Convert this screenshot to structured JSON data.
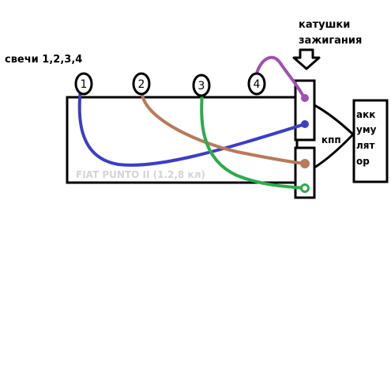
{
  "labels": {
    "spark_plugs": "свечи 1,2,3,4",
    "coils_line1": "катушки",
    "coils_line2": "зажигания",
    "engine": "FIAT PUNTO II (1.2,8 кл)",
    "gearbox": "кпп",
    "battery_line1": "акк",
    "battery_line2": "уму",
    "battery_line3": "лят",
    "battery_line4": "ор"
  },
  "plugs": [
    "1",
    "2",
    "3",
    "4"
  ],
  "wires": [
    {
      "plug": "1",
      "color": "#3d3dc8"
    },
    {
      "plug": "2",
      "color": "#b87a5a"
    },
    {
      "plug": "3",
      "color": "#2eaa4e"
    },
    {
      "plug": "4",
      "color": "#a050b4"
    }
  ]
}
